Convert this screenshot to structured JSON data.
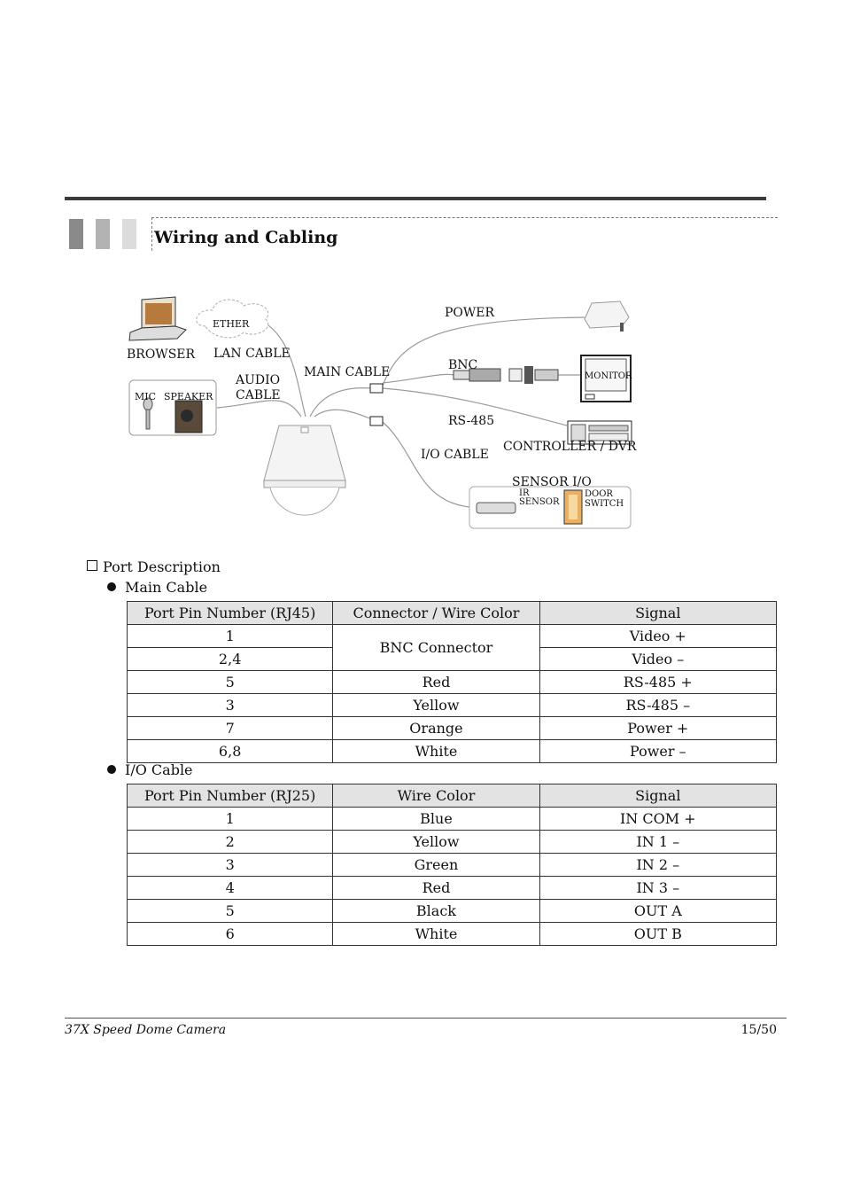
{
  "section": {
    "title": "Wiring and Cabling"
  },
  "diagram": {
    "labels": {
      "browser": "BROWSER",
      "ethernet": "ETHER",
      "lan_cable": "LAN CABLE",
      "audio_cable_1": "AUDIO",
      "audio_cable_2": "CABLE",
      "mic": "MIC",
      "speaker": "SPEAKER",
      "main_cable": "MAIN CABLE",
      "power": "POWER",
      "bnc": "BNC",
      "monitor": "MONITOR",
      "rs485": "RS-485",
      "controller": "CONTROLLER / DVR",
      "io_cable": "I/O CABLE",
      "sensor_io": "SENSOR I/O",
      "ir_sensor_1": "IR",
      "ir_sensor_2": "SENSOR",
      "door_switch_1": "DOOR",
      "door_switch_2": "SWITCH"
    }
  },
  "port_description": {
    "heading": "Port Description",
    "main_cable": {
      "heading": "Main Cable",
      "headers": [
        "Port Pin Number (RJ45)",
        "Connector / Wire Color",
        "Signal"
      ],
      "rows": [
        {
          "pin": "1",
          "wire": "BNC Connector",
          "signal": "Video +"
        },
        {
          "pin": "2,4",
          "signal": "Video –"
        },
        {
          "pin": "5",
          "wire": "Red",
          "signal": "RS-485 +"
        },
        {
          "pin": "3",
          "wire": "Yellow",
          "signal": "RS-485 –"
        },
        {
          "pin": "7",
          "wire": "Orange",
          "signal": "Power +"
        },
        {
          "pin": "6,8",
          "wire": "White",
          "signal": "Power –"
        }
      ]
    },
    "io_cable": {
      "heading": "I/O Cable",
      "headers": [
        "Port Pin Number (RJ25)",
        "Wire Color",
        "Signal"
      ],
      "rows": [
        {
          "pin": "1",
          "wire": "Blue",
          "signal": "IN COM +"
        },
        {
          "pin": "2",
          "wire": "Yellow",
          "signal": "IN 1 –"
        },
        {
          "pin": "3",
          "wire": "Green",
          "signal": "IN 2 –"
        },
        {
          "pin": "4",
          "wire": "Red",
          "signal": "IN 3 –"
        },
        {
          "pin": "5",
          "wire": "Black",
          "signal": "OUT A"
        },
        {
          "pin": "6",
          "wire": "White",
          "signal": "OUT B"
        }
      ]
    }
  },
  "footer": {
    "doc_title": "37X Speed Dome Camera",
    "page": "15/50"
  }
}
